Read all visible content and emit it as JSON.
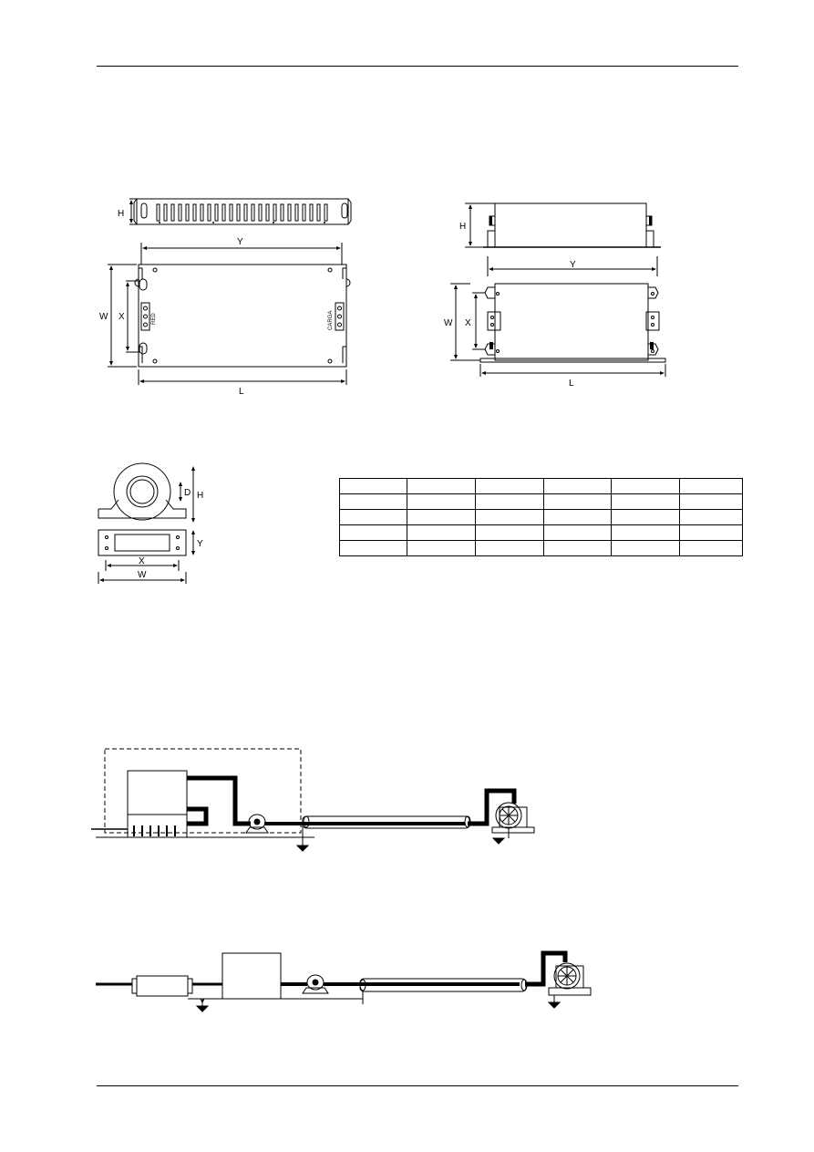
{
  "filter_a": {
    "labels": {
      "h": "H",
      "y": "Y",
      "w": "W",
      "x": "X",
      "l": "L",
      "red": "RED",
      "carga": "CARGA"
    }
  },
  "filter_b": {
    "labels": {
      "h": "H",
      "y": "Y",
      "w": "W",
      "x": "X",
      "l": "L"
    }
  },
  "toroid": {
    "labels": {
      "d": "D",
      "h": "H",
      "y": "Y",
      "x": "X",
      "w": "W"
    }
  },
  "table": {
    "columns": 6,
    "rows": 5,
    "cells": [
      [
        "",
        "",
        "",
        "",
        "",
        ""
      ],
      [
        "",
        "",
        "",
        "",
        "",
        ""
      ],
      [
        "",
        "",
        "",
        "",
        "",
        ""
      ],
      [
        "",
        "",
        "",
        "",
        "",
        ""
      ],
      [
        "",
        "",
        "",
        "",
        "",
        ""
      ]
    ]
  }
}
